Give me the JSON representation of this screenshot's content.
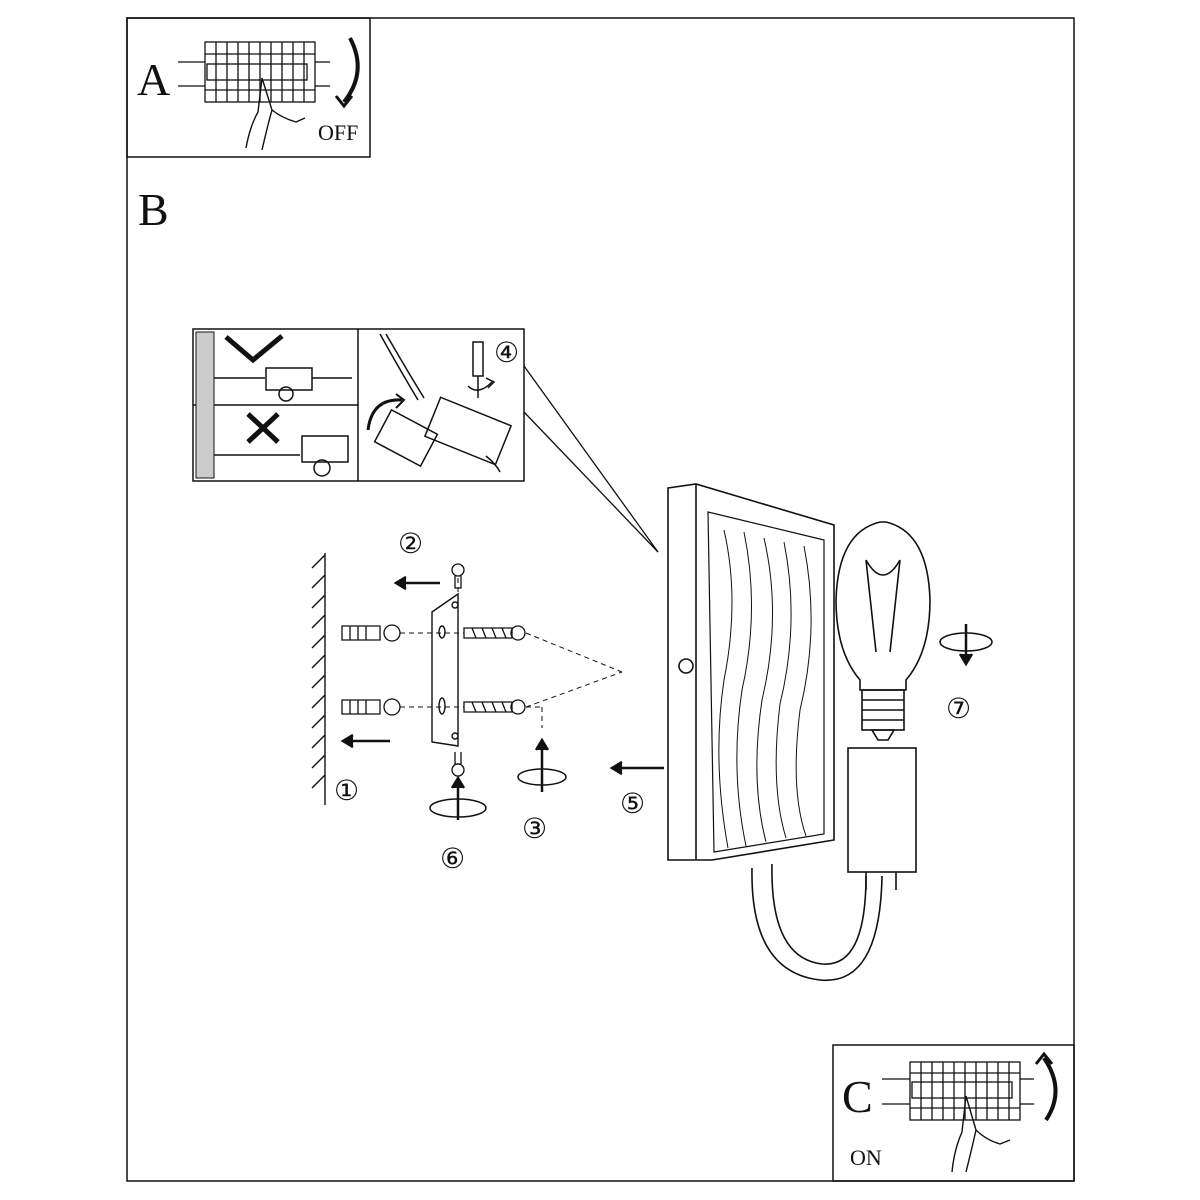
{
  "panel_a": {
    "label": "A",
    "state": "OFF"
  },
  "panel_b": {
    "label": "B"
  },
  "panel_c": {
    "label": "C",
    "state": "ON"
  },
  "steps": [
    "①",
    "②",
    "③",
    "④",
    "⑤",
    "⑥",
    "⑦"
  ],
  "colors": {
    "line": "#111111",
    "background": "#ffffff"
  },
  "icons": [
    "breaker-panel-icon",
    "hand-icon",
    "rotate-arrow-icon",
    "check-icon",
    "cross-icon",
    "screwdriver-icon",
    "wall-plug-icon",
    "screw-icon",
    "bulb-icon"
  ]
}
